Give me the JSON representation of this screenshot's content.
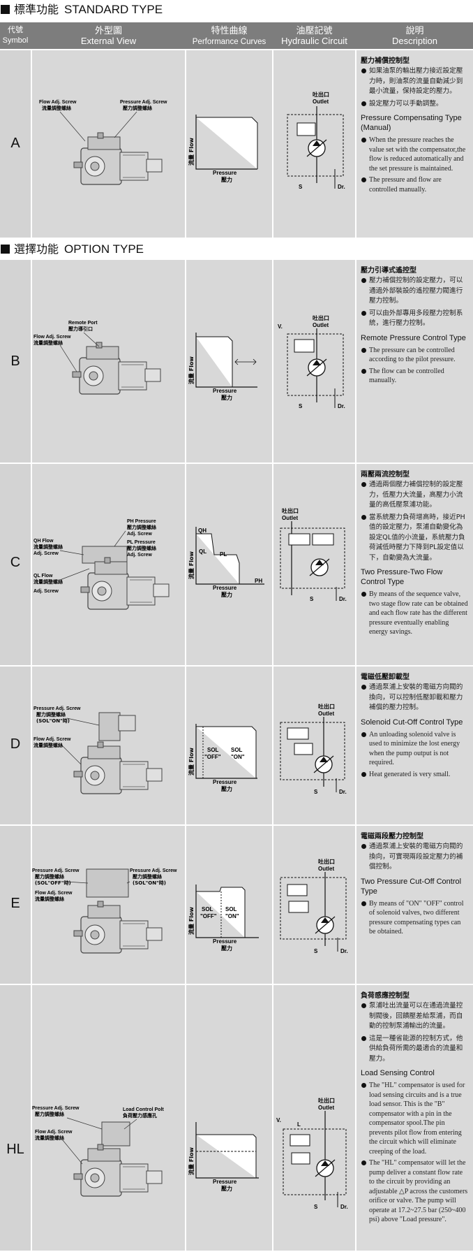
{
  "standard_title": {
    "cn": "標準功能",
    "en": "STANDARD TYPE"
  },
  "option_title": {
    "cn": "選擇功能",
    "en": "OPTION TYPE"
  },
  "header": {
    "symbol_cn": "代號",
    "symbol_en": "Symbol",
    "ext_cn": "外型圖",
    "ext_en": "External View",
    "perf_cn": "特性曲線",
    "perf_en": "Performance Curves",
    "hyd_cn": "油壓記號",
    "hyd_en": "Hydraulic Circuit",
    "desc_cn": "說明",
    "desc_en": "Description"
  },
  "labels": {
    "flow": "流量 Flow",
    "pressure_en": "Pressure",
    "pressure_cn": "壓力",
    "outlet_cn": "吐出口",
    "outlet_en": "Outlet",
    "s": "S",
    "dr": "Dr.",
    "v": "V.",
    "l": "L"
  },
  "rows": {
    "A": {
      "symbol": "A",
      "ext": {
        "l1a": "Flow Adj. Screw",
        "l1b": "流量調整螺絲",
        "l2a": "Pressure Adj. Screw",
        "l2b": "壓力調整螺絲"
      },
      "title_cn": "壓力補償控制型",
      "cn": [
        "如果油泵的輸出壓力接近設定壓力時，則油泵的流量自動減少到最小流量，保持設定的壓力。",
        "設定壓力可以手動調整。"
      ],
      "title_en": "Pressure Compensating Type (Manual)",
      "en": [
        "When the pressure reaches the value set with the compensator,the flow is reduced automatically and the set pressure is maintained.",
        "The pressure and flow are controlled manually."
      ]
    },
    "B": {
      "symbol": "B",
      "ext": {
        "l1a": "Remote Port",
        "l1b": "壓力導引口",
        "l2a": "Flow Adj. Screw",
        "l2b": "流量調整螺絲"
      },
      "title_cn": "壓力引導式遙控型",
      "cn": [
        "壓力補償控制的設定壓力，可以通過外部裝設的遙控壓力閥進行壓力控制。",
        "可以由外部專用多段壓力控制系統，進行壓力控制。"
      ],
      "title_en": "Remote Pressure Control Type",
      "en": [
        "The pressure can be controlled according to the pilot pressure.",
        "The flow can be controlled manually."
      ]
    },
    "C": {
      "symbol": "C",
      "ext": {
        "ph_a": "PH Pressure",
        "ph_b": "壓力調整螺絲",
        "ph_c": "Adj. Screw",
        "pl_a": "PL Pressure",
        "pl_b": "壓力調整螺絲",
        "pl_c": "Adj. Screw",
        "qh_a": "QH Flow",
        "qh_b": "流量調整螺絲",
        "qh_c": "Adj. Screw",
        "ql_a": "QL Flow",
        "ql_b": "流量調整螺絲",
        "ql_c": "Adj. Screw"
      },
      "curve": {
        "qh": "QH",
        "ql": "QL",
        "pl": "PL",
        "ph": "PH"
      },
      "title_cn": "兩壓兩流控制型",
      "cn": [
        "通過兩個壓力補償控制的設定壓力，低壓力大流量，高壓力小流量的高低壓泵浦功能。",
        "當系統壓力負荷增高時，接近PH值的設定壓力，泵浦自動變化為設定QL值的小流量，系統壓力負荷減低時壓力下降到PL設定值以下，自動變為大流量。"
      ],
      "title_en": "Two Pressure-Two Flow Control Type",
      "en": [
        "By means of the sequence valve, two stage flow rate can be obtained and each flow rate has the different pressure eventually enabling energy savings."
      ]
    },
    "D": {
      "symbol": "D",
      "ext": {
        "l1a": "Pressure Adj. Screw",
        "l1b": "壓力調整螺絲",
        "l1c": "(SOL\"ON\"時)",
        "l2a": "Flow Adj. Screw",
        "l2b": "流量調整螺絲"
      },
      "curve": {
        "off1": "SOL",
        "off2": "\"OFF\"",
        "on1": "SOL",
        "on2": "\"ON\""
      },
      "title_cn": "電磁低壓卸載型",
      "cn": [
        "通過泵浦上安裝的電磁方向閥的換向，可以控制低壓卸載和壓力補償的壓力控制。"
      ],
      "title_en": "Solenoid Cut-Off Control Type",
      "en": [
        "An unloading solenoid valve is used to minimize the lost energy when the pump output is not required.",
        "Heat generated is very small."
      ]
    },
    "E": {
      "symbol": "E",
      "ext": {
        "l1a": "Pressure Adj. Screw",
        "l1b": "壓力調整螺絲",
        "l1c": "(SOL\"OFF\"時)",
        "l2a": "Pressure Adj. Screw",
        "l2b": "壓力調整螺絲",
        "l2c": "(SOL\"ON\"時)",
        "l3a": "Flow Adj. Screw",
        "l3b": "流量調整螺絲"
      },
      "curve": {
        "off1": "SOL",
        "off2": "\"OFF\"",
        "on1": "SOL",
        "on2": "\"ON\""
      },
      "title_cn": "電磁兩段壓力控制型",
      "cn": [
        "通過泵浦上安裝的電磁方向閥的換向，可實現兩段設定壓力的補償控制。"
      ],
      "title_en": "Two Pressure Cut-Off Control Type",
      "en": [
        "By means of \"ON\" \"OFF\" control of solenoid valves, two different pressure compensating types can be obtained."
      ]
    },
    "HL": {
      "symbol": "HL",
      "ext": {
        "l1a": "Pressure Adj. Screw",
        "l1b": "壓力調整螺絲",
        "l2a": "Load Control Polt",
        "l2b": "負荷壓力感應孔",
        "l3a": "Flow Adj. Screw",
        "l3b": "流量調整螺絲"
      },
      "title_cn": "負荷感應控制型",
      "cn": [
        "泵浦吐出流量可以在通過流量控制閥後，回饋壓差給泵浦，而自動的控制泵浦輸出的流量。",
        "這是一種省能源的控制方式，他供給負荷所需的最適合的流量和壓力。"
      ],
      "title_en": "Load Sensing Control",
      "en": [
        "The \"HL\" compensator is used for load sensing circuits and is a true load sensor. This is the \"B\" compensator with a pin in the compensator spool.The pin prevents pilot flow from entering the circuit which will eliminate creeping of the load.",
        "The \"HL\" compensator will let the pump deliver a constant flow rate to the circuit by providing an adjustable △P across the customers orifice or valve. The pump will operate at 17.2~27.5 bar (250~400 psi) above \"Load pressure\"."
      ]
    }
  }
}
